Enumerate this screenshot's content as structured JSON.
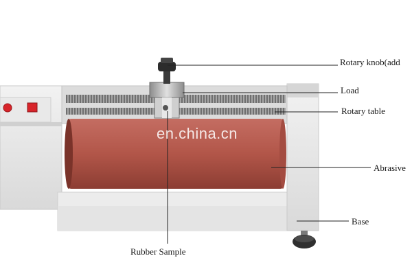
{
  "labels": {
    "rotary_knob": "Rotary knob(add",
    "load": "Load",
    "rotary_table": "Rotary table",
    "abrasive": "Abrasive",
    "base": "Base",
    "rubber_sample": "Rubber Sample"
  },
  "watermark": "en.china.cn",
  "colors": {
    "drum": "#b65a4f",
    "machine_body": "#e6e6e6",
    "button_red": "#d8242a"
  }
}
